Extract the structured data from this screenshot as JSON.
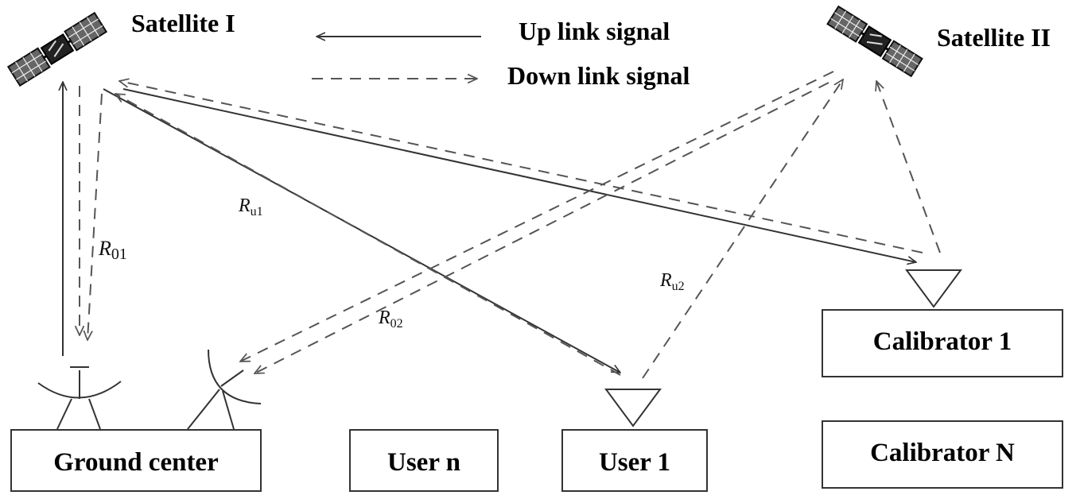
{
  "satellites": {
    "sat1": {
      "label": "Satellite I"
    },
    "sat2": {
      "label": "Satellite II"
    }
  },
  "legend": {
    "uplink": "Up link signal",
    "downlink": "Down link signal"
  },
  "boxes": {
    "ground_center": "Ground center",
    "user_n": "User n",
    "user_1": "User 1",
    "calibrator_1": "Calibrator 1",
    "calibrator_n": "Calibrator N"
  },
  "ranges": {
    "r01": {
      "main": "R",
      "sub": "01"
    },
    "ru1": {
      "main": "R",
      "sub": "u1"
    },
    "r02": {
      "main": "R",
      "sub": "02"
    },
    "ru2": {
      "main": "R",
      "sub": "u2"
    }
  },
  "colors": {
    "solid": "#333333",
    "dashed": "#555555"
  }
}
